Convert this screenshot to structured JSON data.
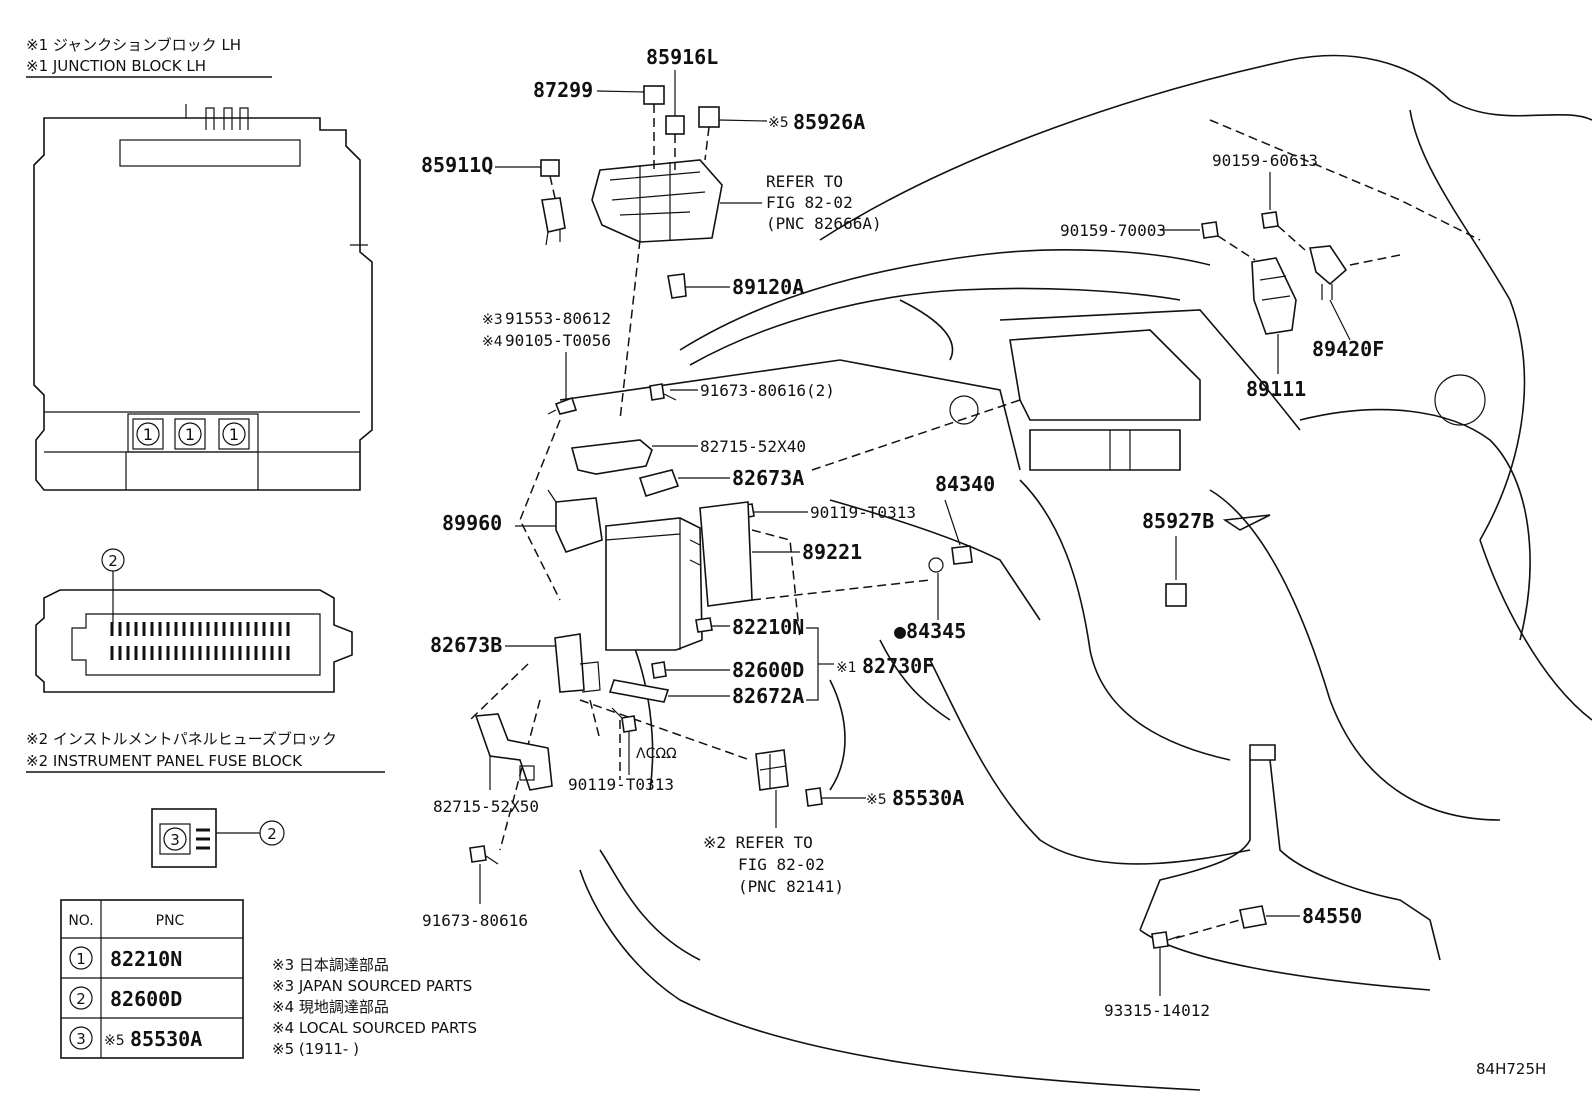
{
  "junction_block": {
    "title_jp": "※1 ジャンクションブロック LH",
    "title_en": "※1 JUNCTION BLOCK LH",
    "callouts": [
      "1",
      "1",
      "1"
    ]
  },
  "fuse_block": {
    "callout": "2",
    "title_jp": "※2 インストルメントパネルヒューズブロック",
    "title_en": "※2 INSTRUMENT PANEL FUSE BLOCK",
    "legend_inner": "3",
    "legend_outer": "2"
  },
  "table": {
    "header_no": "NO.",
    "header_pnc": "PNC",
    "rows": [
      {
        "no": "1",
        "pnc": "82210N"
      },
      {
        "no": "2",
        "pnc": "82600D"
      },
      {
        "no": "3",
        "mark": "※5",
        "pnc": "85530A"
      }
    ]
  },
  "notes": [
    "※3 日本調達部品",
    "※3 JAPAN SOURCED PARTS",
    "※4 現地調達部品",
    "※4 LOCAL SOURCED PARTS",
    "※5 (1911-      )"
  ],
  "labels": {
    "p85916L": "85916L",
    "p87299": "87299",
    "p85926A_mark": "※5",
    "p85926A": "85926A",
    "p85911Q": "85911Q",
    "refer1_l1": "REFER TO",
    "refer1_l2": "FIG 82-02",
    "refer1_l3": "(PNC 82666A)",
    "p89120A": "89120A",
    "p91553_mark": "※3",
    "p91553": "91553-80612",
    "p90105_mark": "※4",
    "p90105": "90105-T0056",
    "p91673a": "91673-80616(2)",
    "p82715a": "82715-52X40",
    "p82673A": "82673A",
    "p90119a": "90119-T0313",
    "p84340": "84340",
    "p89960": "89960",
    "p89221": "89221",
    "p82210N": "82210N",
    "p84345": "●84345",
    "p82673B": "82673B",
    "p82730F_mark": "※1",
    "p82730F": "82730F",
    "p82600D": "82600D",
    "p82672A": "82672A",
    "p90119b": "90119-T0313",
    "p82715b": "82715-52X50",
    "p85530A_mark": "※5",
    "p85530A": "85530A",
    "refer2_l1": "※2 REFER TO",
    "refer2_l2": "FIG 82-02",
    "refer2_l3": "(PNC 82141)",
    "p91673b": "91673-80616",
    "p90159a": "90159-60613",
    "p90159b": "90159-70003",
    "p89420F": "89420F",
    "p89111": "89111",
    "p85927B": "85927B",
    "p84550": "84550",
    "p93315": "93315-14012",
    "fig_code": "84H725H"
  }
}
